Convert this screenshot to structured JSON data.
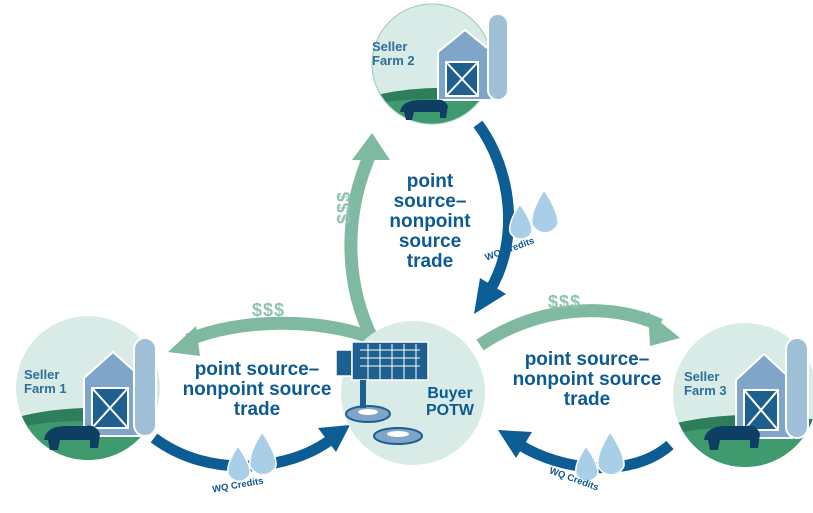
{
  "colors": {
    "dark_arrow": "#0b5d94",
    "green_arrow": "#7fb9a2",
    "circle_fill": "#d8ebe6",
    "barn_blue": "#7fa6c8",
    "label_blue": "#0d5a92"
  },
  "nodes": {
    "farm2": {
      "line1": "Seller",
      "line2": "Farm 2"
    },
    "farm1": {
      "line1": "Seller",
      "line2": "Farm 1"
    },
    "farm3": {
      "line1": "Seller",
      "line2": "Farm 3"
    },
    "buyer": {
      "line1": "Buyer",
      "line2": "POTW"
    }
  },
  "trades": {
    "top": [
      "point",
      "source–",
      "nonpoint",
      "source",
      "trade"
    ],
    "left": [
      "point source–",
      "nonpoint source",
      "trade"
    ],
    "right": [
      "point source–",
      "nonpoint source",
      "trade"
    ]
  },
  "payments": {
    "left": "$$$",
    "top": "$$$",
    "right": "$$$"
  },
  "credits": {
    "top": "WQ Credits",
    "left": "WQ Credits",
    "right": "WQ Credits"
  }
}
